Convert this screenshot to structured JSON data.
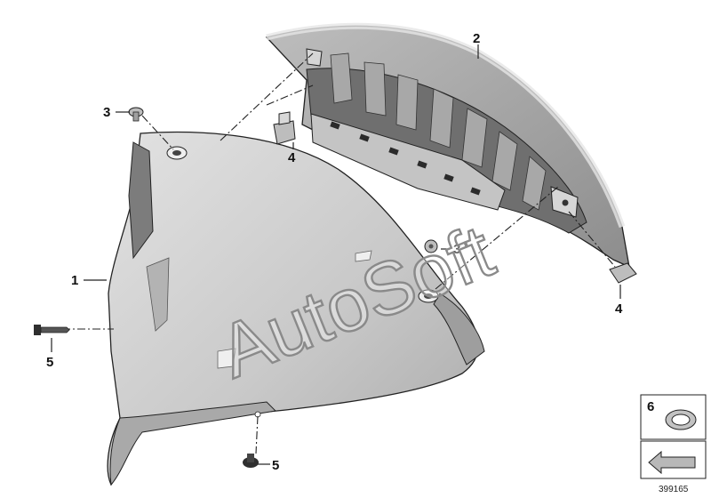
{
  "callouts": {
    "c1": "1",
    "c2": "2",
    "c3a": "3",
    "c3b": "3",
    "c4a": "4",
    "c4b": "4",
    "c5a": "5",
    "c5b": "5"
  },
  "legend_box": {
    "number": "6"
  },
  "watermark": "AutoSoft",
  "diagram_ref": "399165",
  "colors": {
    "part_fill": "#c8c8c8",
    "part_light": "#dedede",
    "part_dark": "#8f8f8f",
    "line": "#222222",
    "watermark_stroke": "#8a8a8a"
  },
  "icons": [
    "clip-nut-icon",
    "expanding-rivet-icon",
    "washer-icon",
    "arrow-icon"
  ]
}
